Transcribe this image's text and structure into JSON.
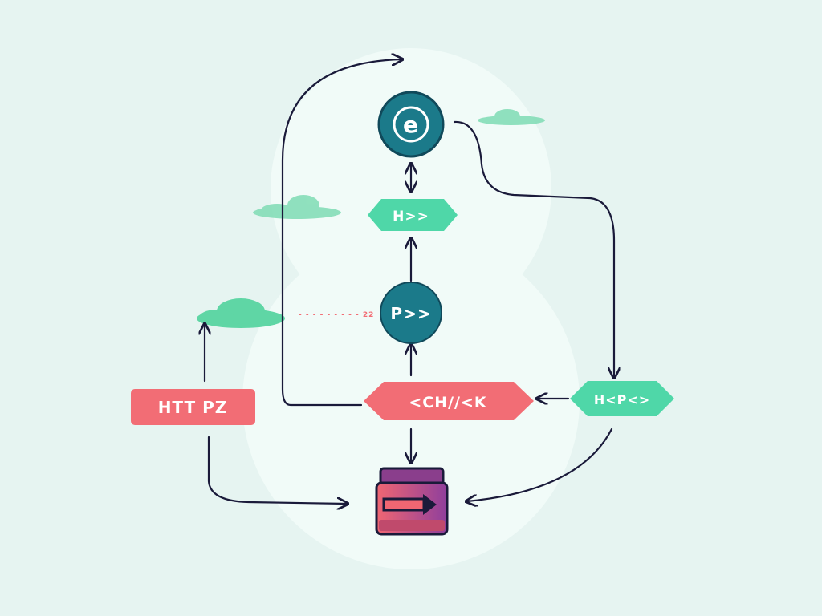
{
  "colors": {
    "background": "#e6f4f1",
    "glow": "#f1fbf8",
    "teal_circle": "#1b7a8a",
    "mint": "#4fd7a8",
    "coral": "#f26d75",
    "line": "#1a1a3a",
    "cloud": "#5fd6a5"
  },
  "nodes": {
    "top_circle": {
      "label": "e",
      "icon": "at-sign-icon"
    },
    "hex_top": {
      "label": "H>>"
    },
    "p_circle": {
      "label": "P>>"
    },
    "center_hex": {
      "label": "<CH//<K"
    },
    "right_hex": {
      "label": "H<P<>"
    },
    "left_box": {
      "label": "HTT PZ"
    },
    "bottom_jar": {
      "icon": "jar-arrow-icon"
    }
  },
  "annotation": {
    "label": "- - - - - - - - - 22"
  }
}
